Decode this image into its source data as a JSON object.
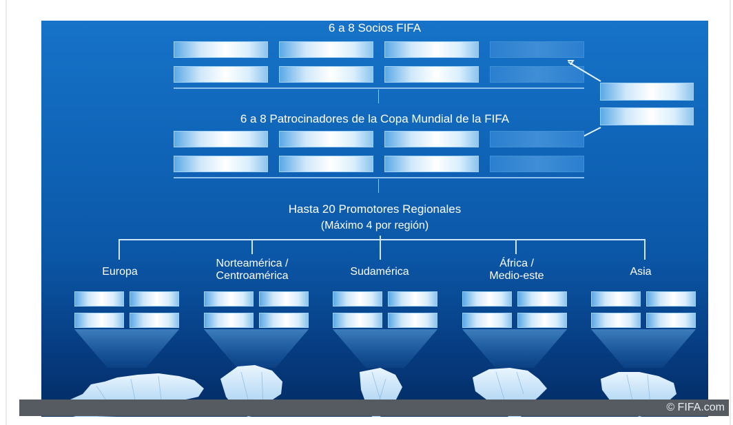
{
  "tiers": {
    "socios_title": "6 a 8 Socios FIFA",
    "patrocinadores_title": "6 a 8 Patrocinadores de la Copa Mundial de la FIFA",
    "promotores_title": "Hasta 20 Promotores Regionales",
    "promotores_subtitle": "(Máximo 4 por región)"
  },
  "regions": [
    {
      "line1": "Europa",
      "line2": ""
    },
    {
      "line1": "Norteamérica /",
      "line2": "Centroamérica"
    },
    {
      "line1": "Sudamérica",
      "line2": ""
    },
    {
      "line1": "África /",
      "line2": "Medio-este"
    },
    {
      "line1": "Asia",
      "line2": ""
    }
  ],
  "credit": "© FIFA.com",
  "colors": {
    "panel_top": "#1673c8",
    "panel_bottom": "#032b62",
    "slot_highlight": "#ffffff",
    "connector": "#cfe6f9"
  }
}
